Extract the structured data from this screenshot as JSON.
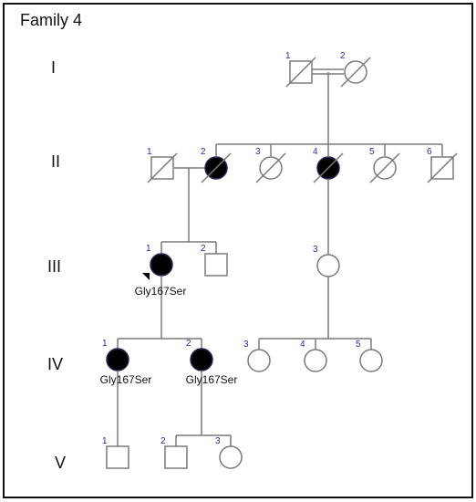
{
  "title": "Family 4",
  "generations": [
    "I",
    "II",
    "III",
    "IV",
    "V"
  ],
  "individuals": {
    "I-1": {
      "number": "1",
      "generation": "I",
      "sex": "male",
      "affected": false,
      "deceased": true
    },
    "I-2": {
      "number": "2",
      "generation": "I",
      "sex": "female",
      "affected": false,
      "deceased": true
    },
    "II-1": {
      "number": "1",
      "generation": "II",
      "sex": "male",
      "affected": false,
      "deceased": true
    },
    "II-2": {
      "number": "2",
      "generation": "II",
      "sex": "female",
      "affected": true,
      "deceased": true
    },
    "II-3": {
      "number": "3",
      "generation": "II",
      "sex": "female",
      "affected": false,
      "deceased": true
    },
    "II-4": {
      "number": "4",
      "generation": "II",
      "sex": "female",
      "affected": true,
      "deceased": true
    },
    "II-5": {
      "number": "5",
      "generation": "II",
      "sex": "female",
      "affected": false,
      "deceased": true
    },
    "II-6": {
      "number": "6",
      "generation": "II",
      "sex": "male",
      "affected": false,
      "deceased": true
    },
    "III-1": {
      "number": "1",
      "generation": "III",
      "sex": "female",
      "affected": true,
      "deceased": false,
      "proband": true,
      "variant": "Gly167Ser"
    },
    "III-2": {
      "number": "2",
      "generation": "III",
      "sex": "male",
      "affected": false,
      "deceased": false
    },
    "III-3": {
      "number": "3",
      "generation": "III",
      "sex": "female",
      "affected": false,
      "deceased": false
    },
    "IV-1": {
      "number": "1",
      "generation": "IV",
      "sex": "female",
      "affected": true,
      "deceased": false,
      "variant": "Gly167Ser"
    },
    "IV-2": {
      "number": "2",
      "generation": "IV",
      "sex": "female",
      "affected": true,
      "deceased": false,
      "variant": "Gly167Ser"
    },
    "IV-3": {
      "number": "3",
      "generation": "IV",
      "sex": "female",
      "affected": false,
      "deceased": false
    },
    "IV-4": {
      "number": "4",
      "generation": "IV",
      "sex": "female",
      "affected": false,
      "deceased": false
    },
    "IV-5": {
      "number": "5",
      "generation": "IV",
      "sex": "female",
      "affected": false,
      "deceased": false
    },
    "V-1": {
      "number": "1",
      "generation": "V",
      "sex": "male",
      "affected": false,
      "deceased": false
    },
    "V-2": {
      "number": "2",
      "generation": "V",
      "sex": "male",
      "affected": false,
      "deceased": false
    },
    "V-3": {
      "number": "3",
      "generation": "V",
      "sex": "female",
      "affected": false,
      "deceased": false
    }
  },
  "colors": {
    "line": "#7a7a7a",
    "affected": "#000000",
    "unaffected": "#ffffff",
    "number": "#2b2b9a",
    "frame": "#111111"
  }
}
